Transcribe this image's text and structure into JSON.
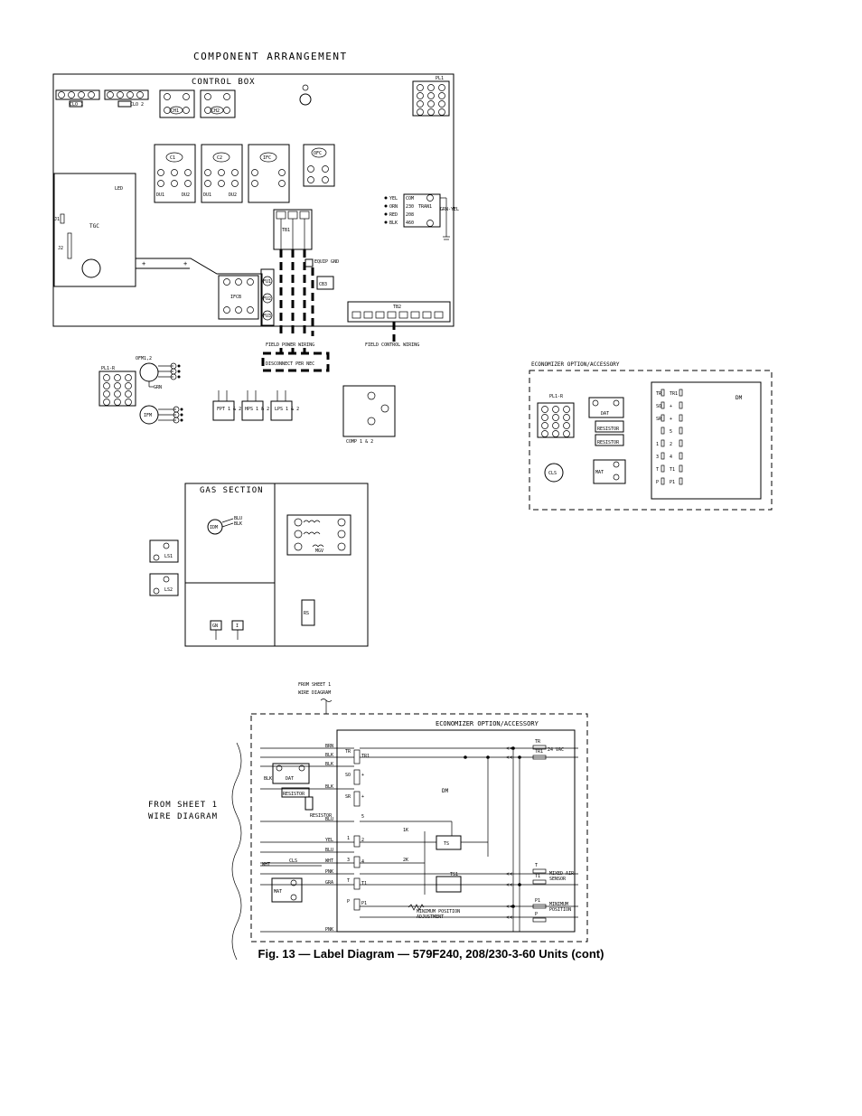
{
  "component_arrangement": {
    "title": "COMPONENT ARRANGEMENT",
    "control_box": "CONTROL BOX",
    "clo1": "CLO 1",
    "clo2": "CLO 2",
    "ch1": "CH1",
    "ch2": "CH2",
    "pl1": "PL1",
    "c1": "C1",
    "c2": "C2",
    "ifc": "IFC",
    "ofc": "OFC",
    "du1": "DU1",
    "du2": "DU2",
    "led": "LED",
    "tgc": "TGC",
    "j1": "J1",
    "j2": "J2",
    "trans_com": "COM",
    "trans_230": "230",
    "trans_208": "208",
    "trans_460": "460",
    "trans_label": "TRAN1",
    "wire_yel": "YEL",
    "wire_orn": "ORN",
    "wire_red": "RED",
    "wire_blk": "BLK",
    "grn_yel": "GRN-YEL",
    "tb1": "TB1",
    "equip_gnd": "EQUIP GND",
    "cb3": "CB3",
    "ifcb": "IFCB",
    "fu1": "FU1",
    "fu2": "FU2",
    "fu3": "FU3",
    "tb2": "TB2",
    "field_power": "FIELD POWER WIRING",
    "field_control": "FIELD CONTROL WIRING",
    "disconnect": "DISCONNECT PER NEC",
    "pl1r": "PL1-R",
    "ofm": "OFM1,2",
    "grn": "GRN",
    "ifm": "IFM",
    "fpt": "FPT 1 & 2",
    "hps": "HPS 1 & 2",
    "lps": "LPS 1 & 2",
    "comp": "COMP 1 & 2"
  },
  "gas_section": {
    "title": "GAS SECTION",
    "idm": "IDM",
    "blu": "BLU",
    "blk": "BLK",
    "mgv": "MGV",
    "ls1": "LS1",
    "ls2": "LS2",
    "rs": "RS",
    "gn": "GN",
    "i": "I"
  },
  "economizer_panel": {
    "title": "ECONOMIZER OPTION/ACCESSORY",
    "pl1r": "PL1-R",
    "dat": "DAT",
    "resistor": "RESISTOR",
    "dm": "DM",
    "cls": "CLS",
    "mat": "MAT",
    "terminals_left": [
      "TR",
      "SO",
      "SR",
      "",
      "1",
      "3",
      "T",
      "P"
    ],
    "terminals_right": [
      "TR1",
      "+",
      "+",
      "5",
      "2",
      "4",
      "T1",
      "P1"
    ]
  },
  "wiring": {
    "from_sheet_top": "FROM SHEET 1",
    "wire_diagram_top": "WIRE DIAGRAM",
    "from_sheet_left": "FROM SHEET 1",
    "wire_diagram_left": "WIRE DIAGRAM",
    "title": "ECONOMIZER OPTION/ACCESSORY",
    "dm": "DM",
    "vac": "24 VAC",
    "mixed_air": "MIXED AIR",
    "sensor": "SENSOR",
    "minimum": "MINIMUM",
    "position": "POSITION",
    "min_pos_adj": "MINIMUM POSITION",
    "adjustment": "ADJUSTMENT",
    "resistor": "RESISTOR",
    "dat": "DAT",
    "cls": "CLS",
    "mat": "MAT",
    "ts": "TS",
    "ts1": "TS1",
    "k1": "1K",
    "k2": "2K",
    "wire_labels": [
      "BRN",
      "BLK",
      "BLK",
      "BLK",
      "BLU",
      "YEL",
      "BLU",
      "WHT",
      "PNK",
      "GRA",
      "PNK"
    ],
    "left_wires": [
      "BLK",
      "WHT"
    ],
    "terminal_labels": [
      "TR",
      "TR1",
      "SO",
      "+",
      "SR",
      "+",
      "5",
      "1",
      "2",
      "3",
      "4",
      "T",
      "T1",
      "P",
      "P1"
    ],
    "right_terminals": [
      "TR",
      "TR1",
      "T",
      "T1",
      "P1",
      "P"
    ]
  },
  "caption": "Fig. 13 — Label Diagram — 579F240, 208/230-3-60 Units (cont)"
}
